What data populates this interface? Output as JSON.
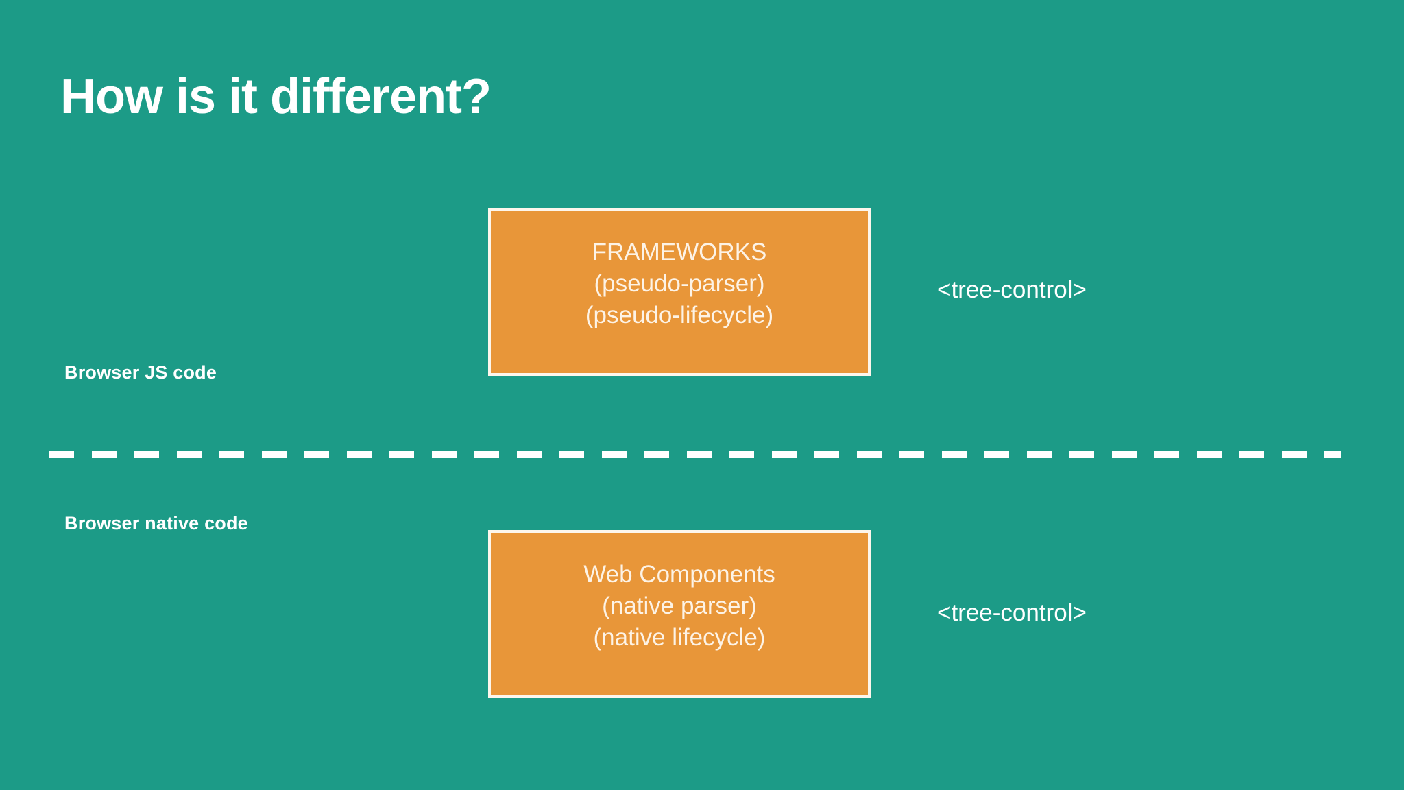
{
  "slide": {
    "title": "How is it different?",
    "background_color": "#1c9b87",
    "accent_color": "#e89639",
    "text_color": "#ffffff"
  },
  "lanes": [
    {
      "label": "Browser JS code"
    },
    {
      "label": "Browser native code"
    }
  ],
  "divider": {
    "style": "dashed",
    "color": "#ffffff"
  },
  "boxes": [
    {
      "lines": [
        "FRAMEWORKS",
        "(pseudo-parser)",
        "(pseudo-lifecycle)"
      ],
      "fill": "#e89639",
      "border": "#fdf6ec"
    },
    {
      "lines": [
        "Web Components",
        "(native parser)",
        "(native lifecycle)"
      ],
      "fill": "#e89639",
      "border": "#fdf6ec"
    }
  ],
  "side_tags": [
    {
      "label": "<tree-control>"
    },
    {
      "label": "<tree-control>"
    }
  ]
}
